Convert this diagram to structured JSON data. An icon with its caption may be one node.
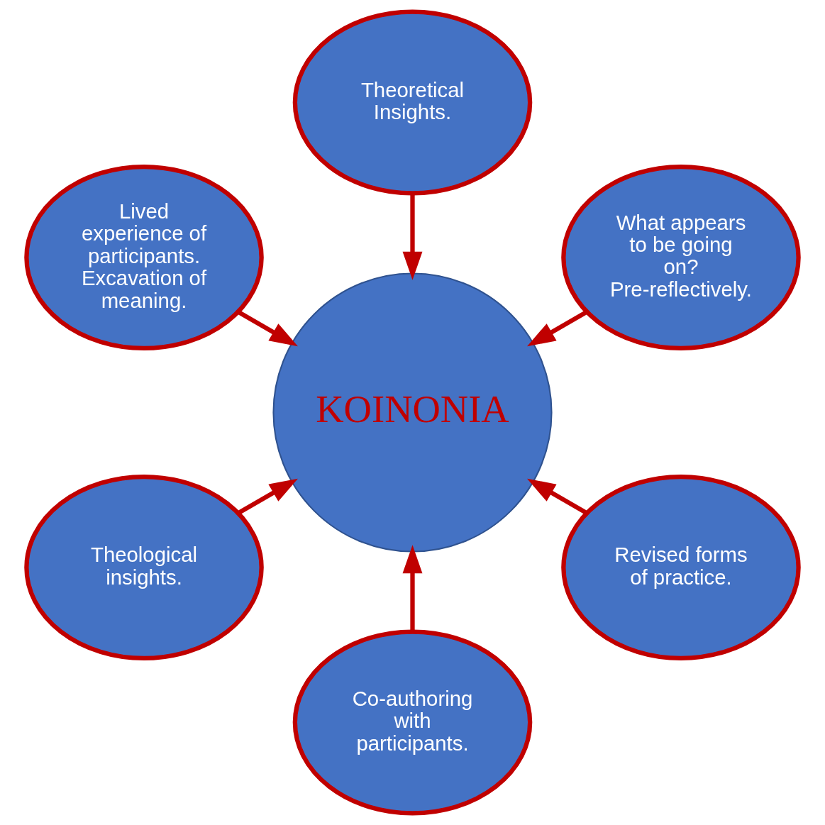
{
  "diagram": {
    "nodes": [
      {
        "text": [
          "KOINONIA"
        ]
      },
      {
        "text": [
          "What appears to be going on? Pre-reflectively."
        ]
      },
      {
        "text": [
          "Theoretical Insights."
        ]
      },
      {
        "text": [
          "Lived experience of participants. Excavation of meaning."
        ]
      },
      {
        "text": [
          "Theological insights."
        ]
      },
      {
        "text": [
          "Co-authoring with participants."
        ]
      },
      {
        "text": [
          "Revised forms of practice."
        ]
      }
    ],
    "edges": [
      {
        "from": 1,
        "to": 0,
        "arrow": "to",
        "color": "#c00000"
      },
      {
        "from": 2,
        "to": 0,
        "arrow": "to",
        "color": "#c00000"
      },
      {
        "from": 3,
        "to": 0,
        "arrow": "to",
        "color": "#c00000"
      },
      {
        "from": 4,
        "to": 0,
        "arrow": "to",
        "color": "#c00000"
      },
      {
        "from": 5,
        "to": 0,
        "arrow": "to",
        "color": "#c00000"
      },
      {
        "from": 6,
        "to": 0,
        "arrow": "to",
        "color": "#c00000"
      }
    ]
  }
}
